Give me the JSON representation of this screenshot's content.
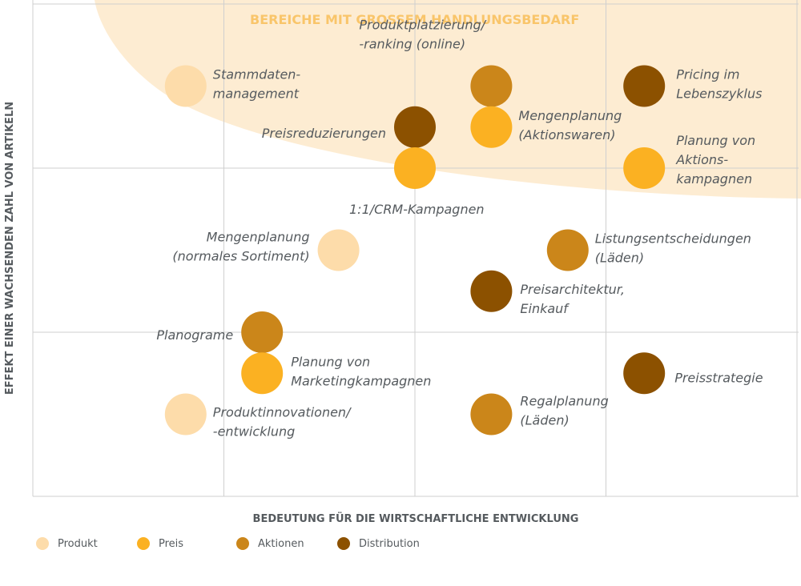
{
  "chart_data": {
    "type": "scatter",
    "title": "",
    "zone_label": "BEREICHE MIT GROSSEM HANDLUNGSBEDARF",
    "xlabel": "BEDEUTUNG FÜR DIE WIRTSCHAFTLICHE ENTWICKLUNG",
    "ylabel": "EFFEKT EINER WACHSENDEN ZAHL VON ARTIKELN",
    "xlim": [
      0,
      4
    ],
    "ylim": [
      0,
      3
    ],
    "grid": true,
    "legend_position": "bottom-left",
    "colors": {
      "zone": "#fdecd2",
      "zone_text": "#f9c56a",
      "grid": "#cfcfcf",
      "text": "#555a5e"
    },
    "series": [
      {
        "name": "Produkt",
        "color": "#fddcaa"
      },
      {
        "name": "Preis",
        "color": "#fbb122"
      },
      {
        "name": "Aktionen",
        "color": "#cb861a"
      },
      {
        "name": "Distribution",
        "color": "#8c5100"
      }
    ],
    "points": [
      {
        "series": "Produkt",
        "x": 0.8,
        "y": 2.5,
        "label": [
          "Stammdaten-",
          "management"
        ]
      },
      {
        "series": "Aktionen",
        "x": 2.4,
        "y": 2.5,
        "label": [
          "Produktplatzierung/",
          "-ranking (online)"
        ]
      },
      {
        "series": "Distribution",
        "x": 3.2,
        "y": 2.5,
        "label": [
          "Pricing im",
          "Lebenszyklus"
        ]
      },
      {
        "series": "Distribution",
        "x": 2.0,
        "y": 2.25,
        "label": [
          "Preisreduzierungen"
        ]
      },
      {
        "series": "Preis",
        "x": 2.4,
        "y": 2.25,
        "label": [
          "Mengenplanung",
          "(Aktionswaren)"
        ]
      },
      {
        "series": "Preis",
        "x": 2.0,
        "y": 2.0,
        "label": [
          "1:1/CRM-Kampagnen"
        ]
      },
      {
        "series": "Preis",
        "x": 3.2,
        "y": 2.0,
        "label": [
          "Planung von",
          "Aktions-",
          "kampagnen"
        ]
      },
      {
        "series": "Produkt",
        "x": 1.6,
        "y": 1.5,
        "label": [
          "Mengenplanung",
          "(normales Sortiment)"
        ]
      },
      {
        "series": "Aktionen",
        "x": 2.8,
        "y": 1.5,
        "label": [
          "Listungsentscheidungen",
          "(Läden)"
        ]
      },
      {
        "series": "Distribution",
        "x": 2.4,
        "y": 1.25,
        "label": [
          "Preisarchitektur,",
          "Einkauf"
        ]
      },
      {
        "series": "Aktionen",
        "x": 1.2,
        "y": 1.0,
        "label": [
          "Planograme"
        ]
      },
      {
        "series": "Preis",
        "x": 1.2,
        "y": 0.75,
        "label": [
          "Planung von",
          "Marketingkampagnen"
        ]
      },
      {
        "series": "Distribution",
        "x": 3.2,
        "y": 0.75,
        "label": [
          "Preisstrategie"
        ]
      },
      {
        "series": "Produkt",
        "x": 0.8,
        "y": 0.5,
        "label": [
          "Produktinnovationen/",
          "-entwicklung"
        ]
      },
      {
        "series": "Aktionen",
        "x": 2.4,
        "y": 0.5,
        "label": [
          "Regalplanung",
          "(Läden)"
        ]
      }
    ]
  }
}
